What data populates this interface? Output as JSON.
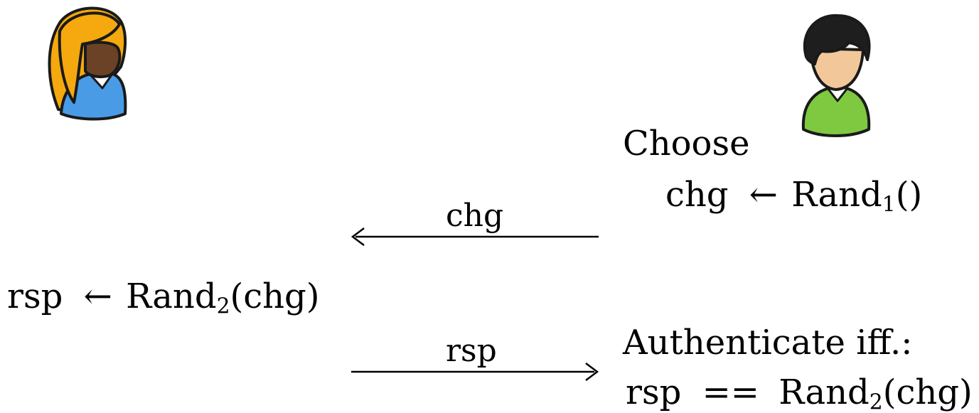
{
  "left_party": {
    "icon": "woman-user-icon",
    "computation": {
      "lhs": "rsp",
      "arrow": "←",
      "func": "Rand",
      "sub": "2",
      "args": "(chg)"
    }
  },
  "right_party": {
    "icon": "man-user-icon",
    "choose": {
      "title": "Choose",
      "lhs": "chg",
      "arrow": "←",
      "func": "Rand",
      "sub": "1",
      "args": "()"
    },
    "authenticate": {
      "title": "Authenticate iff.:",
      "lhs": "rsp",
      "op": "==",
      "func": "Rand",
      "sub": "2",
      "args": "(chg)"
    }
  },
  "messages": [
    {
      "label": "chg",
      "direction": "right-to-left"
    },
    {
      "label": "rsp",
      "direction": "left-to-right"
    }
  ]
}
